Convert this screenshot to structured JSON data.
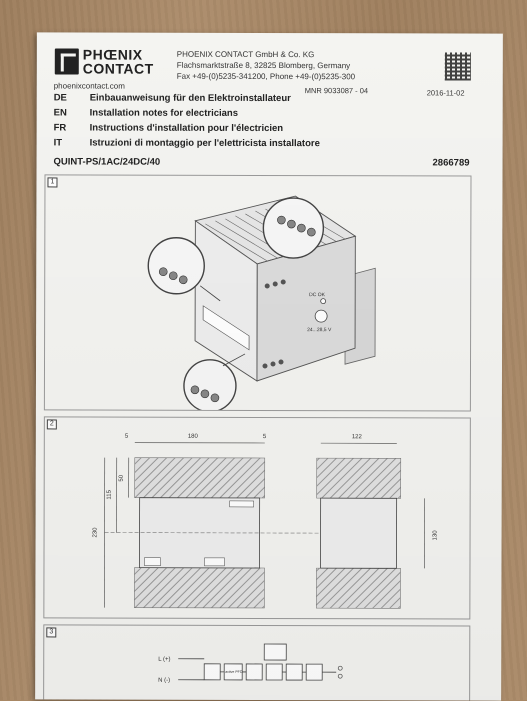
{
  "logo": {
    "line1": "PHŒNIX",
    "line2": "CONTACT"
  },
  "company": {
    "name": "PHOENIX CONTACT GmbH & Co. KG",
    "address": "Flachsmarktstraße 8, 32825 Blomberg, Germany",
    "contact": "Fax +49-(0)5235-341200, Phone +49-(0)5235-300"
  },
  "website": "phoenixcontact.com",
  "mnr": "MNR 9033087 - 04",
  "date": "2016-11-02",
  "languages": [
    {
      "code": "DE",
      "text": "Einbauanweisung für den Elektroinstallateur"
    },
    {
      "code": "EN",
      "text": "Installation notes for electricians"
    },
    {
      "code": "FR",
      "text": "Instructions d'installation pour l'électricien"
    },
    {
      "code": "IT",
      "text": "Istruzioni di montaggio per l'elettricista installatore"
    }
  ],
  "model": "QUINT-PS/1AC/24DC/40",
  "article_number": "2866789",
  "figures": [
    {
      "number": "1",
      "labels": {
        "dc_ok": "DC OK",
        "voltage": "24...28,5 V"
      }
    },
    {
      "number": "2",
      "dims": [
        "5",
        "180",
        "5",
        "122",
        "50",
        "115",
        "230",
        "130"
      ]
    },
    {
      "number": "3",
      "labels": {
        "l": "L (+)",
        "n": "N (-)",
        "pfc": "active PFC"
      }
    }
  ]
}
